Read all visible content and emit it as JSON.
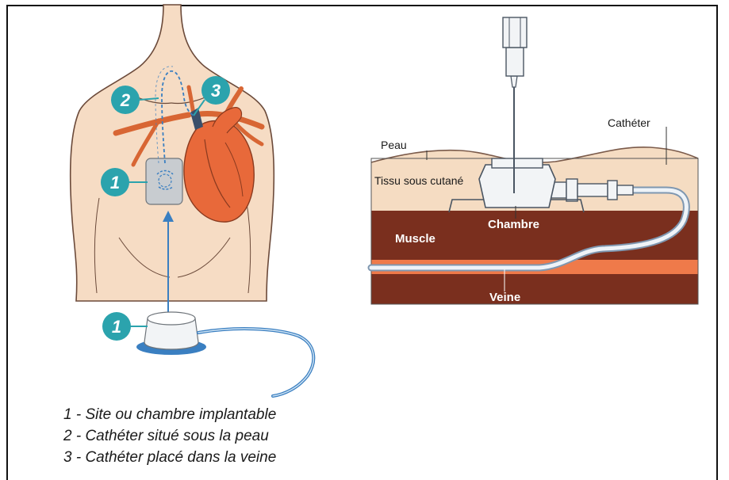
{
  "badges": {
    "b1_chest": "1",
    "b2": "2",
    "b3": "3",
    "b1_port": "1"
  },
  "cross_section": {
    "peau": "Peau",
    "catheter": "Cathéter",
    "tissu": "Tissu sous cutané",
    "chambre": "Chambre",
    "muscle": "Muscle",
    "veine": "Veine"
  },
  "legend": {
    "items": [
      "1 - Site ou chambre implantable",
      "2 - Cathéter situé sous la peau",
      "3 - Cathéter placé dans la veine"
    ]
  },
  "colors": {
    "skin": "#f6dcc4",
    "skin_outline": "#6b4a3a",
    "heart": "#e8693a",
    "heart_outline": "#8a3a1f",
    "vessel": "#d86634",
    "teal": "#2ba3ad",
    "port_grey": "#c8ccd0",
    "catheter_blue": "#3a7fc1",
    "muscle": "#7a2f1e",
    "vein": "#ef7a4a",
    "subcutaneous": "#f5dcc2"
  }
}
